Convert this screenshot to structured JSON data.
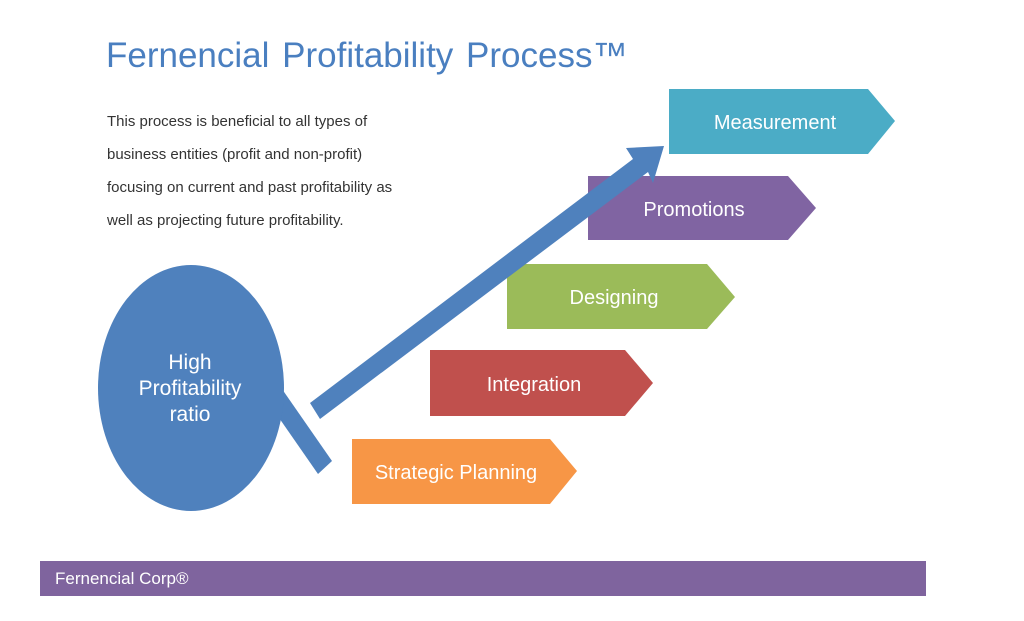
{
  "title": "Fernencial  Profitability Process™",
  "description_lines": [
    "This process  is beneficial to all types of",
    "business entities (profit and non-profit)",
    "focusing on current and past profitability as",
    "well as projecting future profitability."
  ],
  "circle": {
    "lines": [
      "High",
      "Profitability",
      "ratio"
    ],
    "color": "#4f81bd"
  },
  "arrow_color": "#4f81bd",
  "steps": [
    {
      "label": "Strategic Planning",
      "color": "#f79646"
    },
    {
      "label": "Integration",
      "color": "#c0504d"
    },
    {
      "label": "Designing",
      "color": "#9bbb59"
    },
    {
      "label": "Promotions",
      "color": "#8064a2"
    },
    {
      "label": "Measurement",
      "color": "#4bacc6"
    }
  ],
  "footer": {
    "text": "Fernencial  Corp®",
    "color": "#7f649e"
  }
}
